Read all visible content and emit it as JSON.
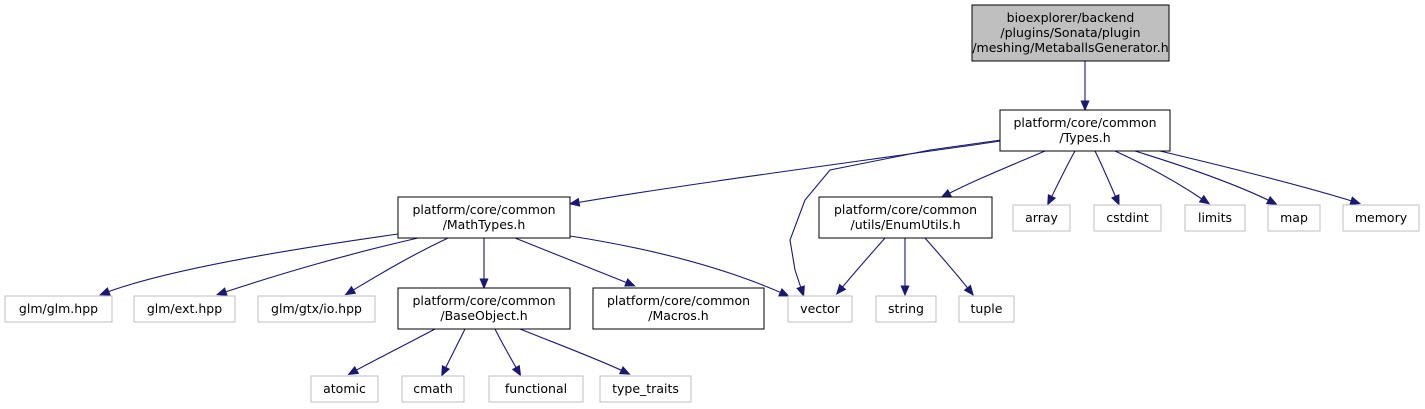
{
  "nodes": [
    {
      "id": "metaballs",
      "kind": "root",
      "lines": [
        "bioexplorer/backend",
        "/plugins/Sonata/plugin",
        "/meshing/MetaballsGenerator.h"
      ]
    },
    {
      "id": "types",
      "kind": "doc",
      "lines": [
        "platform/core/common",
        "/Types.h"
      ]
    },
    {
      "id": "mathtypes",
      "kind": "doc",
      "lines": [
        "platform/core/common",
        "/MathTypes.h"
      ]
    },
    {
      "id": "enumutils",
      "kind": "doc",
      "lines": [
        "platform/core/common",
        "/utils/EnumUtils.h"
      ]
    },
    {
      "id": "array",
      "kind": "external",
      "lines": [
        "array"
      ]
    },
    {
      "id": "cstdint",
      "kind": "external",
      "lines": [
        "cstdint"
      ]
    },
    {
      "id": "limits",
      "kind": "external",
      "lines": [
        "limits"
      ]
    },
    {
      "id": "map",
      "kind": "external",
      "lines": [
        "map"
      ]
    },
    {
      "id": "memory",
      "kind": "external",
      "lines": [
        "memory"
      ]
    },
    {
      "id": "glm",
      "kind": "external",
      "lines": [
        "glm/glm.hpp"
      ]
    },
    {
      "id": "glmext",
      "kind": "external",
      "lines": [
        "glm/ext.hpp"
      ]
    },
    {
      "id": "glmio",
      "kind": "external",
      "lines": [
        "glm/gtx/io.hpp"
      ]
    },
    {
      "id": "baseobject",
      "kind": "doc",
      "lines": [
        "platform/core/common",
        "/BaseObject.h"
      ]
    },
    {
      "id": "macros",
      "kind": "doc",
      "lines": [
        "platform/core/common",
        "/Macros.h"
      ]
    },
    {
      "id": "vector",
      "kind": "external",
      "lines": [
        "vector"
      ]
    },
    {
      "id": "string",
      "kind": "external",
      "lines": [
        "string"
      ]
    },
    {
      "id": "tuple",
      "kind": "external",
      "lines": [
        "tuple"
      ]
    },
    {
      "id": "atomic",
      "kind": "external",
      "lines": [
        "atomic"
      ]
    },
    {
      "id": "cmath",
      "kind": "external",
      "lines": [
        "cmath"
      ]
    },
    {
      "id": "functional",
      "kind": "external",
      "lines": [
        "functional"
      ]
    },
    {
      "id": "type_traits",
      "kind": "external",
      "lines": [
        "type_traits"
      ]
    }
  ],
  "edges": [
    {
      "from": "metaballs",
      "to": "types"
    },
    {
      "from": "types",
      "to": "mathtypes"
    },
    {
      "from": "types",
      "to": "vector"
    },
    {
      "from": "types",
      "to": "enumutils"
    },
    {
      "from": "types",
      "to": "array"
    },
    {
      "from": "types",
      "to": "cstdint"
    },
    {
      "from": "types",
      "to": "limits"
    },
    {
      "from": "types",
      "to": "map"
    },
    {
      "from": "types",
      "to": "memory"
    },
    {
      "from": "mathtypes",
      "to": "glm"
    },
    {
      "from": "mathtypes",
      "to": "glmext"
    },
    {
      "from": "mathtypes",
      "to": "glmio"
    },
    {
      "from": "mathtypes",
      "to": "baseobject"
    },
    {
      "from": "mathtypes",
      "to": "macros"
    },
    {
      "from": "mathtypes",
      "to": "vector"
    },
    {
      "from": "enumutils",
      "to": "vector"
    },
    {
      "from": "enumutils",
      "to": "string"
    },
    {
      "from": "enumutils",
      "to": "tuple"
    },
    {
      "from": "baseobject",
      "to": "atomic"
    },
    {
      "from": "baseobject",
      "to": "cmath"
    },
    {
      "from": "baseobject",
      "to": "functional"
    },
    {
      "from": "baseobject",
      "to": "type_traits"
    }
  ],
  "colors": {
    "edge": "#191970",
    "root_fill": "#bfbfbf",
    "doc_border": "#000000",
    "external_border": "#bfbfbf"
  }
}
